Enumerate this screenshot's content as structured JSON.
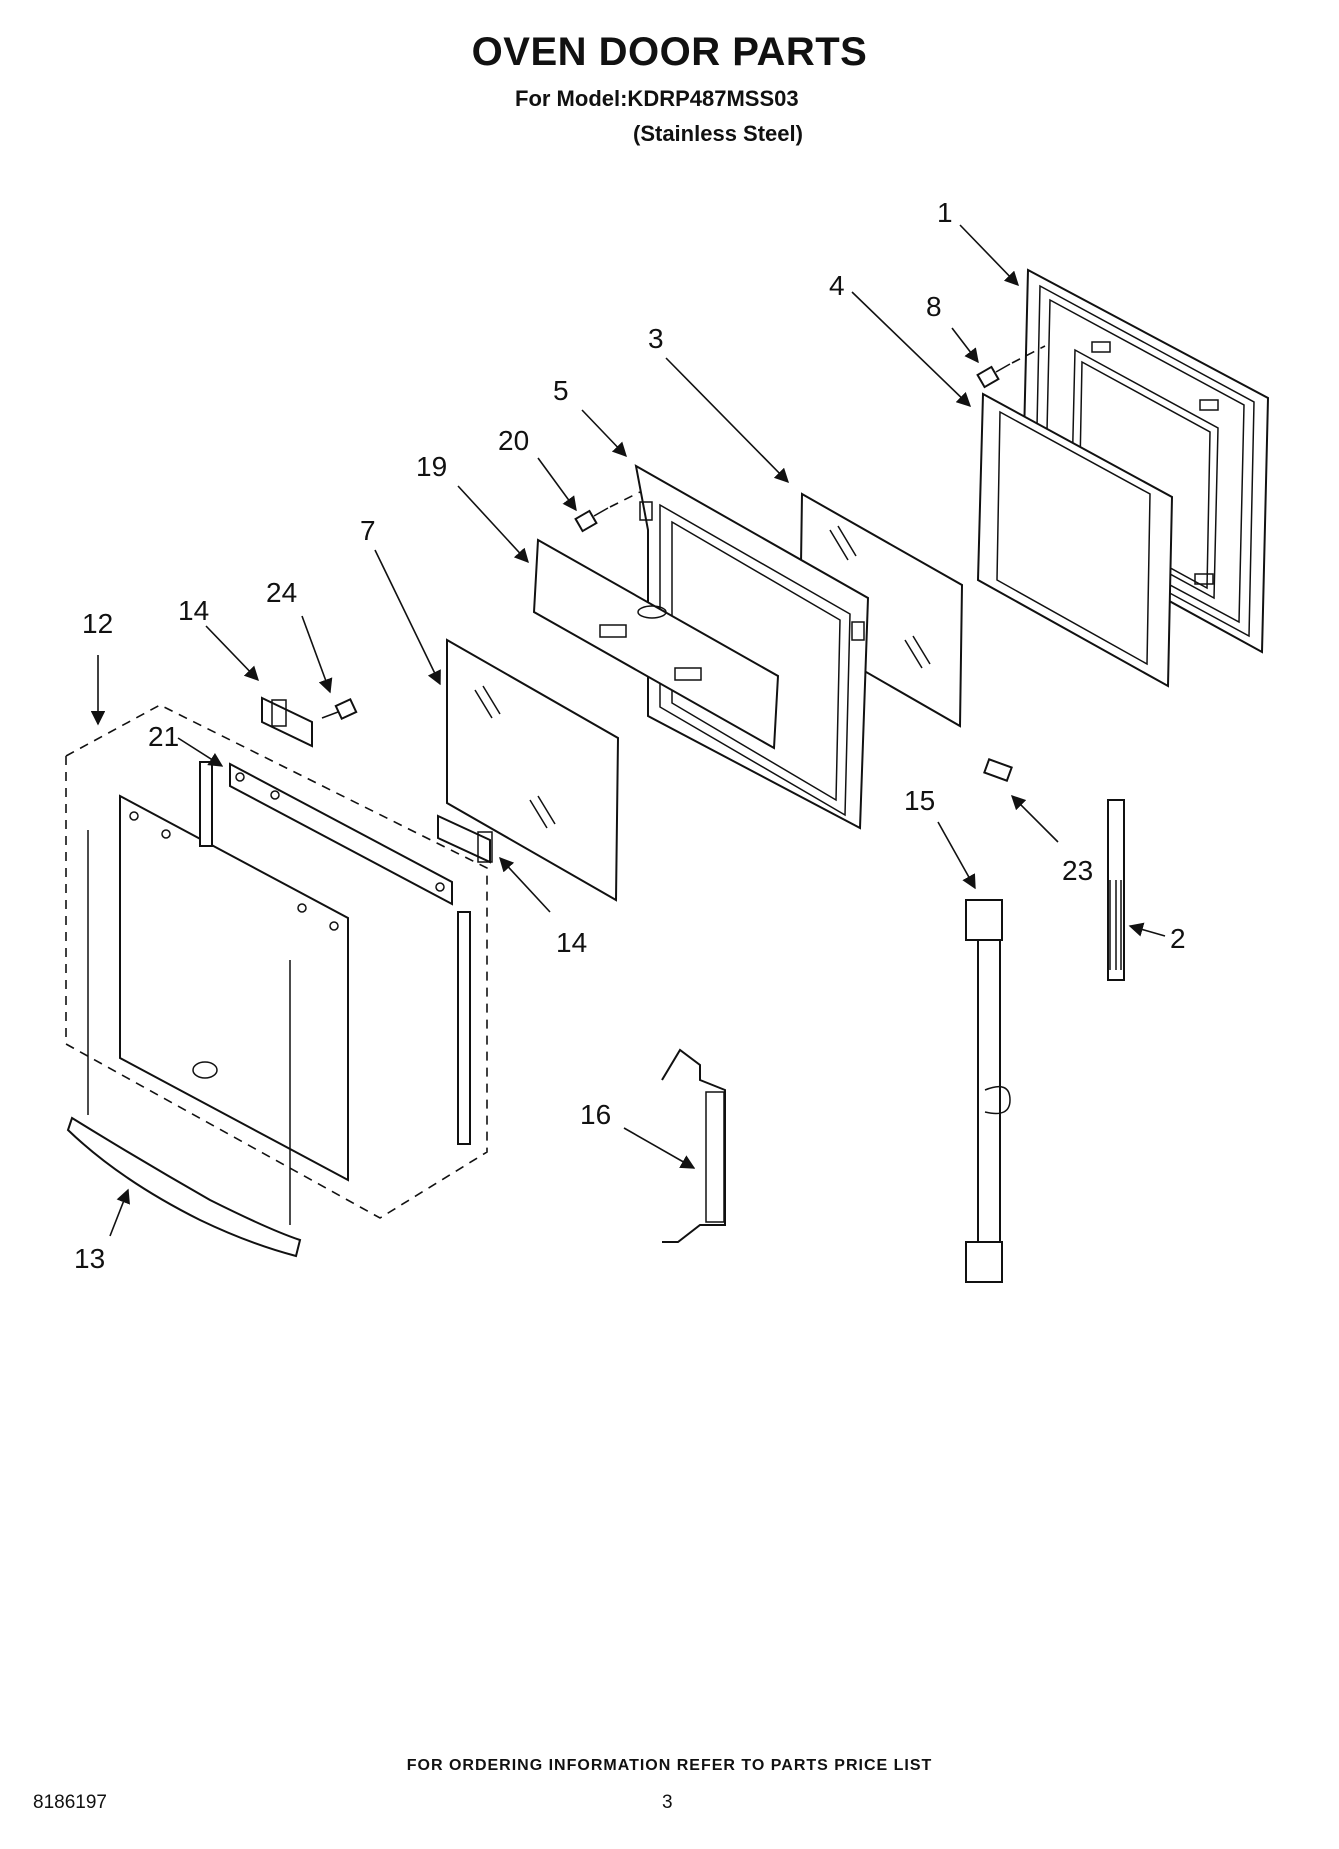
{
  "header": {
    "title": "OVEN DOOR PARTS",
    "model_line": "For Model:KDRP487MSS03",
    "finish_line": "(Stainless Steel)"
  },
  "callouts": [
    "1",
    "4",
    "8",
    "3",
    "5",
    "20",
    "19",
    "7",
    "12",
    "14",
    "24",
    "21",
    "14",
    "15",
    "23",
    "2",
    "16",
    "13"
  ],
  "footer": {
    "ordering_note": "FOR ORDERING INFORMATION REFER TO PARTS PRICE LIST",
    "document_number": "8186197",
    "page_number": "3"
  }
}
